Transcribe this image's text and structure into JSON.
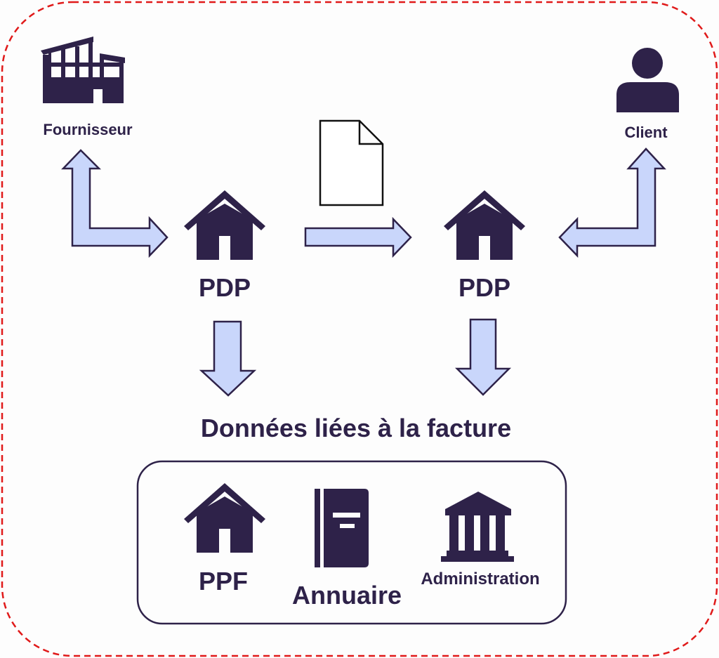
{
  "colors": {
    "ink": "#2e2249",
    "arrow_fill": "#c9d6fb",
    "border": "#e01a1a"
  },
  "supplier": {
    "label": "Fournisseur",
    "icon": "factory-icon"
  },
  "client": {
    "label": "Client",
    "icon": "user-icon"
  },
  "pdp_left": {
    "label": "PDP",
    "icon": "house-icon"
  },
  "pdp_right": {
    "label": "PDP",
    "icon": "house-icon"
  },
  "invoice": {
    "icon": "document-icon"
  },
  "data_title": "Données liées à la facture",
  "bottom_box": {
    "ppf": {
      "label": "PPF",
      "icon": "house-icon"
    },
    "annuaire": {
      "label": "Annuaire",
      "icon": "book-icon"
    },
    "administration": {
      "label": "Administration",
      "icon": "bank-icon"
    }
  }
}
